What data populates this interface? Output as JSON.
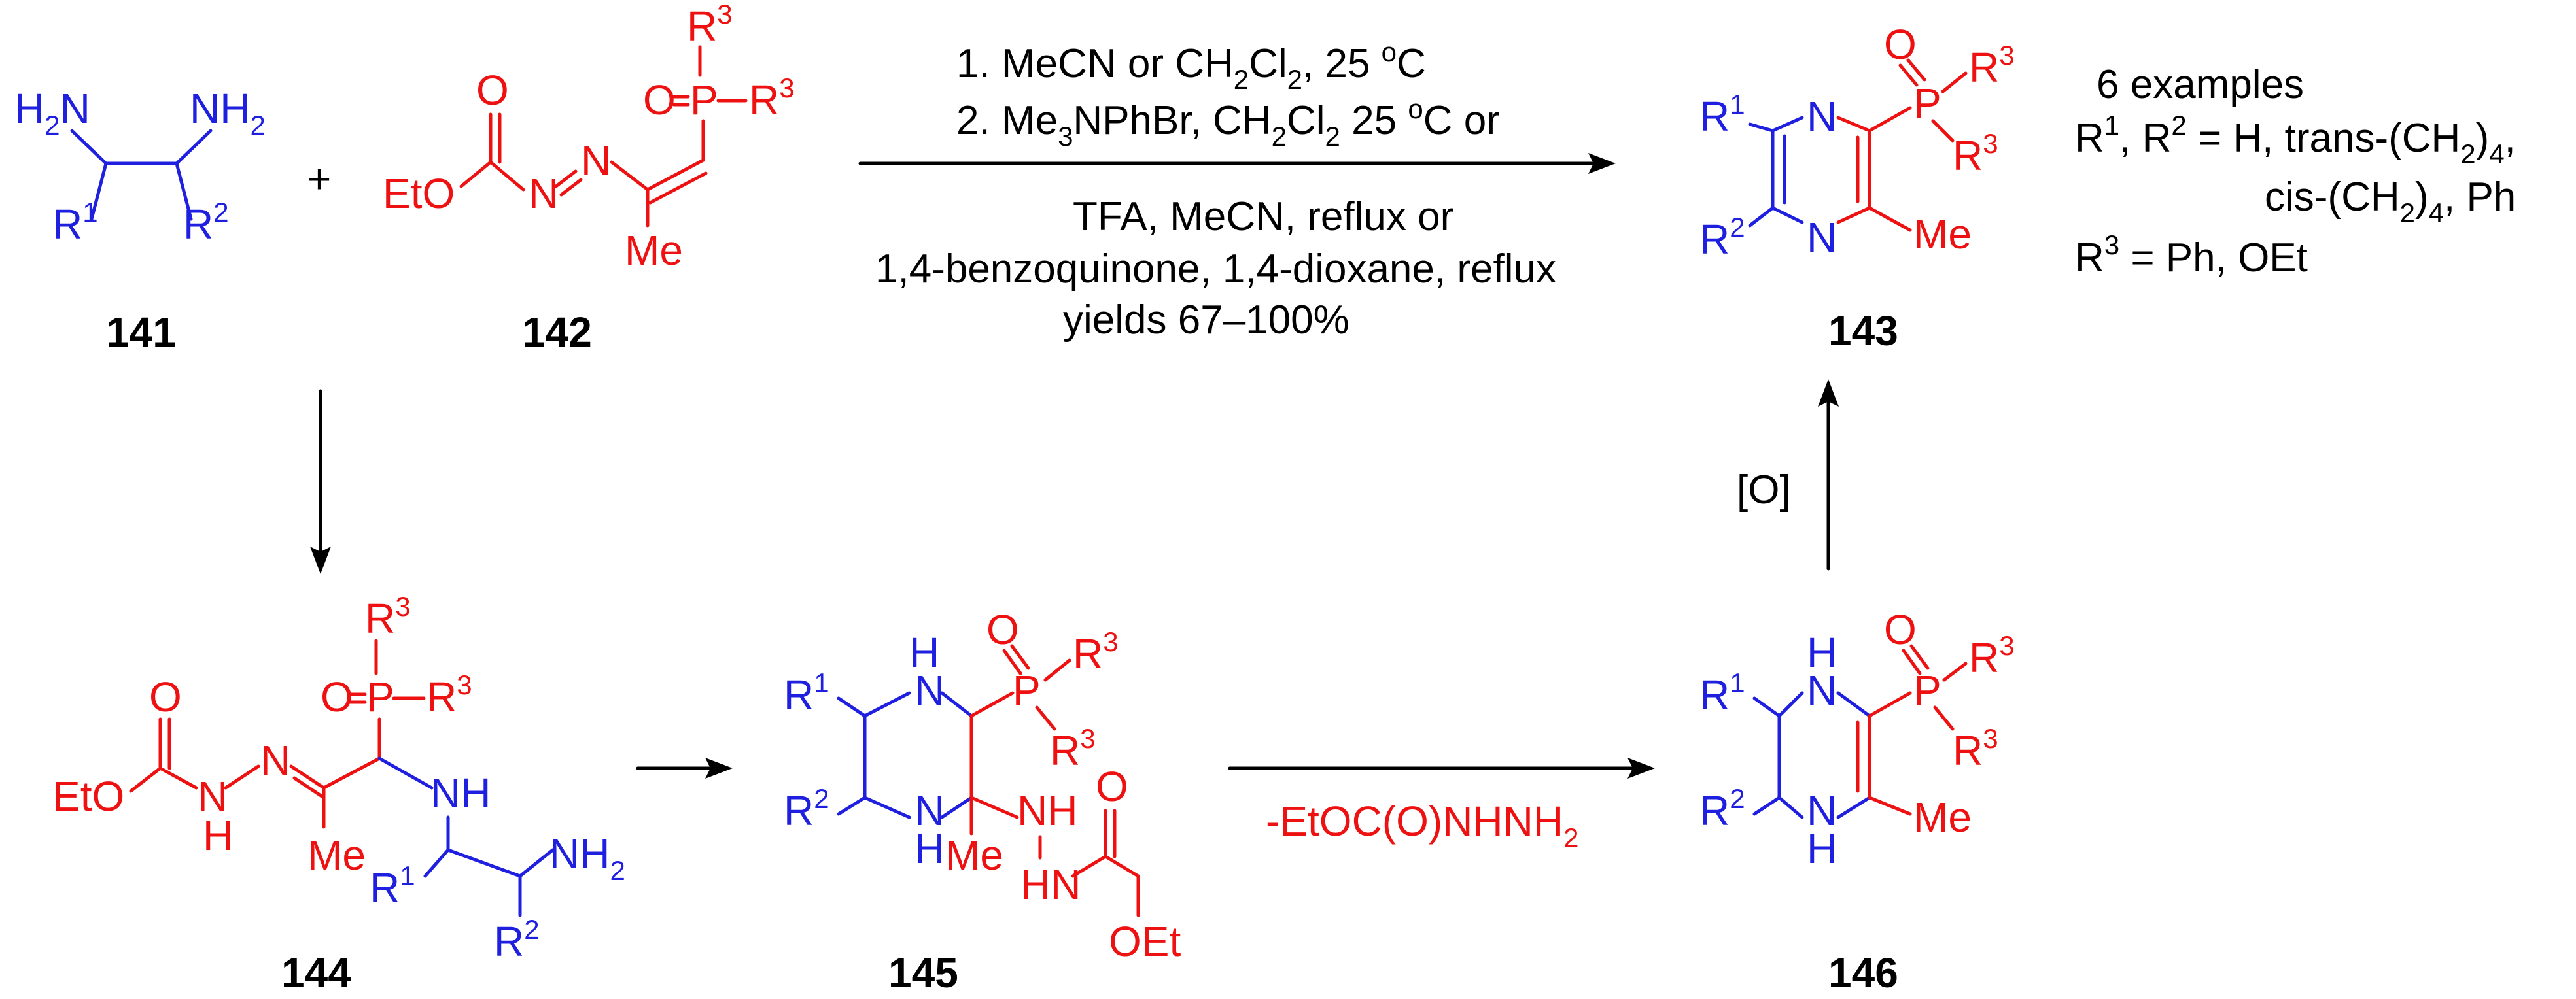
{
  "compounds": {
    "c141": "141",
    "c142": "142",
    "c143": "143",
    "c144": "144",
    "c145": "145",
    "c146": "146"
  },
  "atoms": {
    "nh2": "NH",
    "h2n": "H",
    "nh": "NH",
    "hn": "HN",
    "n": "N",
    "h": "H",
    "o": "O",
    "p": "P",
    "me": "Me",
    "eto": "EtO",
    "oet": "OEt",
    "r": "R",
    "one": "1",
    "two": "2",
    "three": "3",
    "sub2": "2"
  },
  "conditions": {
    "line1": "1. MeCN or CH",
    "line1_tail": "Cl",
    "line1_temp": ", 25 ",
    "line1_unit": "C",
    "line2": "2. Me",
    "line2_mid": "NPhBr, CH",
    "line2_tail": "Cl",
    "line2_temp": ", 25 ",
    "line2_unit": "C or",
    "deg": "o",
    "line3": "TFA, MeCN, reflux or",
    "line4": "1,4-benzoquinone, 1,4-dioxane, reflux",
    "line5": "yields 67–100%"
  },
  "scope": {
    "examples": "6 examples",
    "r1r2_a": ", R",
    "r1r2_b": " = H, trans-(CH",
    "r1r2_c": ")",
    "sub4": "4",
    "comma": ",",
    "cis": "cis-(CH",
    "cis_tail": ")",
    "cis_end": ", Ph",
    "r3": " = Ph, OEt"
  },
  "arrows": {
    "oxidation": "[O]",
    "elimination": "-EtOC(O)NHNH",
    "elimination_sub": "2"
  },
  "colors": {
    "blue": "#1f1fe0",
    "red": "#ee1111",
    "black": "#000000"
  }
}
